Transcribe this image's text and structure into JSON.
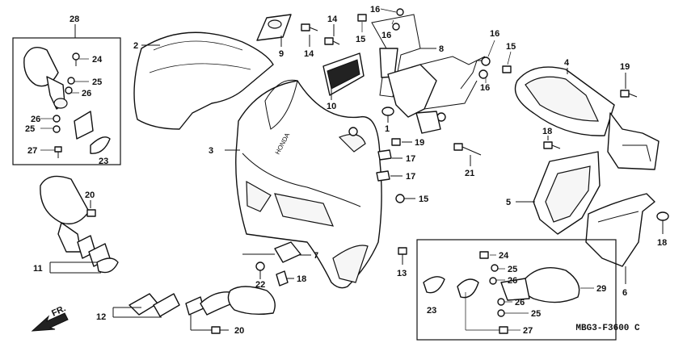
{
  "diagram": {
    "document_code": "MBG3-F3600 C",
    "direction_label": "FR.",
    "callouts": [
      {
        "id": "c28",
        "label": "28"
      },
      {
        "id": "c2",
        "label": "2"
      },
      {
        "id": "c9",
        "label": "9"
      },
      {
        "id": "c14a",
        "label": "14"
      },
      {
        "id": "c14b",
        "label": "14"
      },
      {
        "id": "c16a",
        "label": "16"
      },
      {
        "id": "c16b",
        "label": "16"
      },
      {
        "id": "c15a",
        "label": "15"
      },
      {
        "id": "c8",
        "label": "8"
      },
      {
        "id": "c16c",
        "label": "16"
      },
      {
        "id": "c15b",
        "label": "15"
      },
      {
        "id": "c16d",
        "label": "16"
      },
      {
        "id": "c4",
        "label": "4"
      },
      {
        "id": "c19a",
        "label": "19"
      },
      {
        "id": "c24a",
        "label": "24"
      },
      {
        "id": "c25a",
        "label": "25"
      },
      {
        "id": "c26a",
        "label": "26"
      },
      {
        "id": "c26b",
        "label": "26"
      },
      {
        "id": "c25b",
        "label": "25"
      },
      {
        "id": "c27a",
        "label": "27"
      },
      {
        "id": "c23a",
        "label": "23"
      },
      {
        "id": "c10",
        "label": "10"
      },
      {
        "id": "c3",
        "label": "3"
      },
      {
        "id": "c1",
        "label": "1"
      },
      {
        "id": "c19b",
        "label": "19"
      },
      {
        "id": "c17a",
        "label": "17"
      },
      {
        "id": "c17b",
        "label": "17"
      },
      {
        "id": "c21",
        "label": "21"
      },
      {
        "id": "c18a",
        "label": "18"
      },
      {
        "id": "c15c",
        "label": "15"
      },
      {
        "id": "c5",
        "label": "5"
      },
      {
        "id": "c20a",
        "label": "20"
      },
      {
        "id": "c18b",
        "label": "18"
      },
      {
        "id": "c11",
        "label": "11"
      },
      {
        "id": "c7",
        "label": "7"
      },
      {
        "id": "c22",
        "label": "22"
      },
      {
        "id": "c18c",
        "label": "18"
      },
      {
        "id": "c13",
        "label": "13"
      },
      {
        "id": "c24b",
        "label": "24"
      },
      {
        "id": "c25c",
        "label": "25"
      },
      {
        "id": "c26c",
        "label": "26"
      },
      {
        "id": "c6",
        "label": "6"
      },
      {
        "id": "c29",
        "label": "29"
      },
      {
        "id": "c23b",
        "label": "23"
      },
      {
        "id": "c26d",
        "label": "26"
      },
      {
        "id": "c25d",
        "label": "25"
      },
      {
        "id": "c27b",
        "label": "27"
      },
      {
        "id": "c12",
        "label": "12"
      },
      {
        "id": "c20b",
        "label": "20"
      }
    ]
  }
}
